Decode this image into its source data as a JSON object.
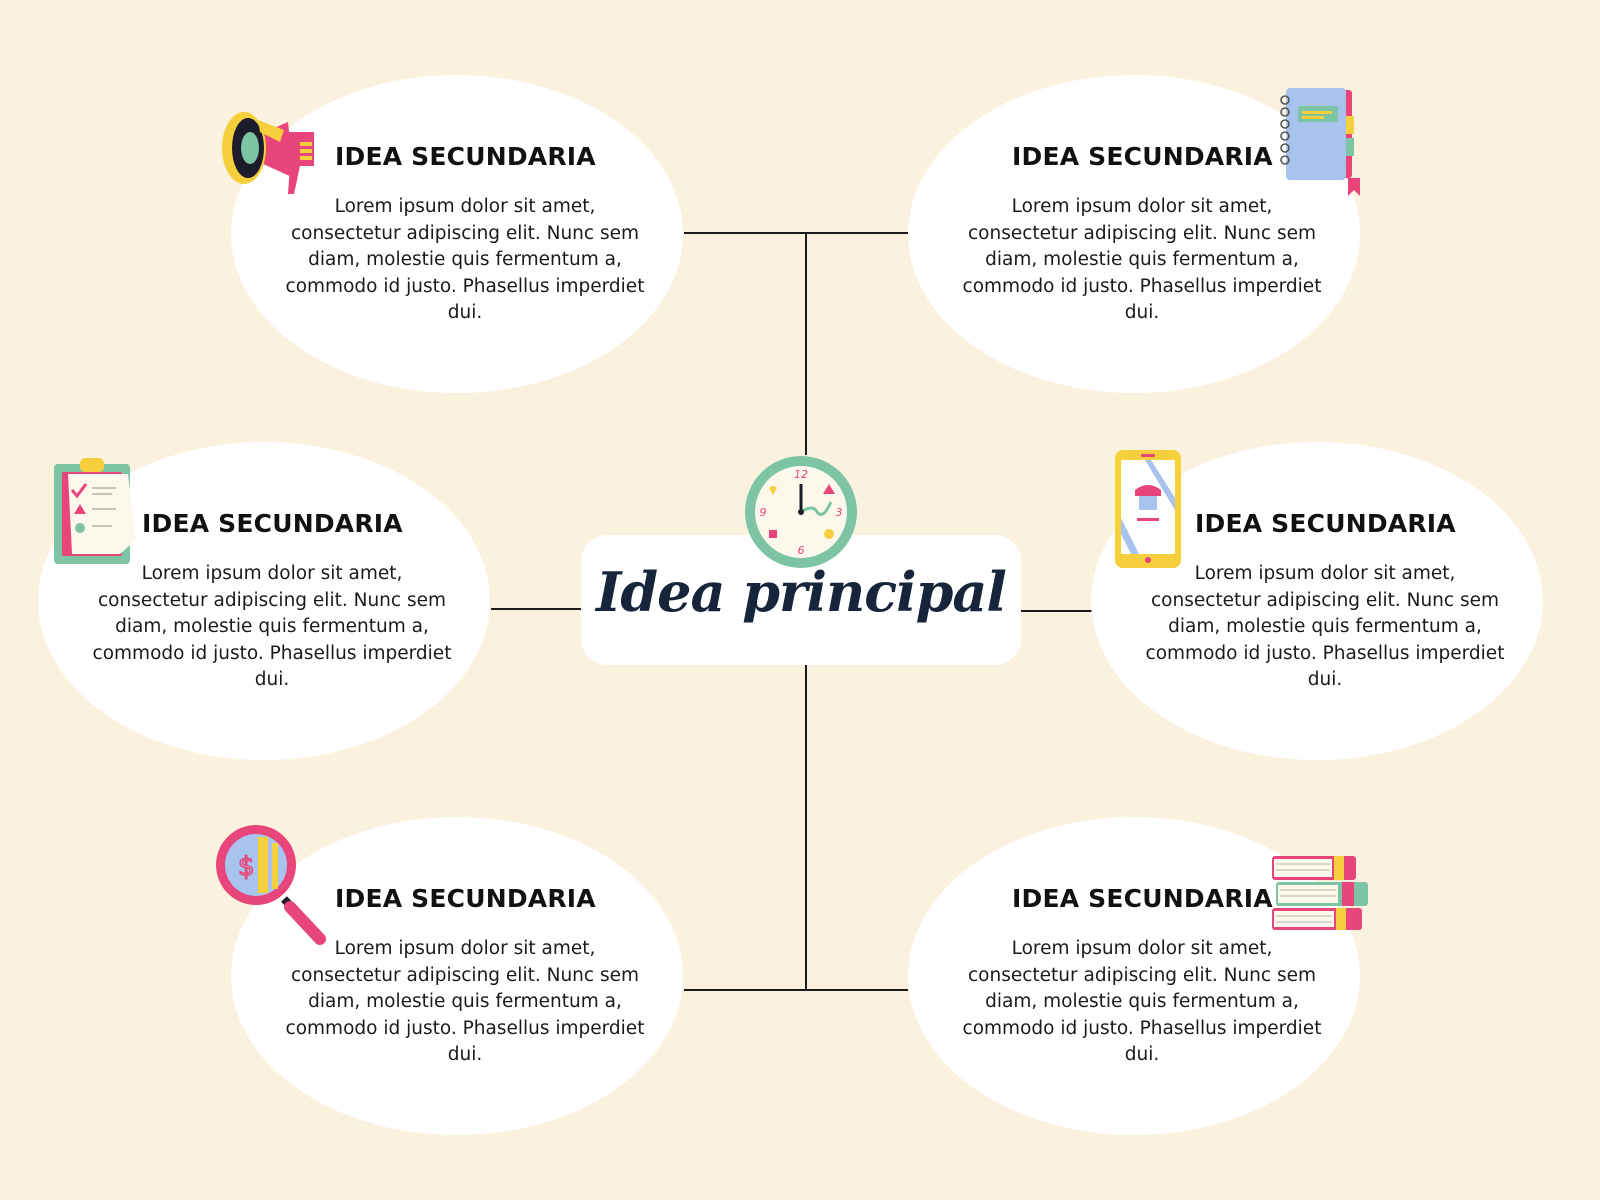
{
  "center": {
    "title": "Idea principal",
    "icon": "clock-icon"
  },
  "ideas": [
    {
      "title": "IDEA SECUNDARIA",
      "text": "Lorem ipsum dolor sit amet, consectetur adipiscing elit. Nunc sem diam, molestie quis fermentum a, commodo id justo. Phasellus imperdiet dui.",
      "icon": "megaphone-icon"
    },
    {
      "title": "IDEA SECUNDARIA",
      "text": "Lorem ipsum dolor sit amet, consectetur adipiscing elit. Nunc sem diam, molestie quis fermentum a, commodo id justo. Phasellus imperdiet dui.",
      "icon": "notebook-icon"
    },
    {
      "title": "IDEA SECUNDARIA",
      "text": "Lorem ipsum dolor sit amet, consectetur adipiscing elit. Nunc sem diam, molestie quis fermentum a, commodo id justo. Phasellus imperdiet dui.",
      "icon": "clipboard-icon"
    },
    {
      "title": "IDEA SECUNDARIA",
      "text": "Lorem ipsum dolor sit amet, consectetur adipiscing elit. Nunc sem diam, molestie quis fermentum a, commodo id justo. Phasellus imperdiet dui.",
      "icon": "smartphone-icon"
    },
    {
      "title": "IDEA SECUNDARIA",
      "text": "Lorem ipsum dolor sit amet, consectetur adipiscing elit. Nunc sem diam, molestie quis fermentum a, commodo id justo. Phasellus imperdiet dui.",
      "icon": "magnifying-glass-icon"
    },
    {
      "title": "IDEA SECUNDARIA",
      "text": "Lorem ipsum dolor sit amet, consectetur adipiscing elit. Nunc sem diam, molestie quis fermentum a, commodo id justo. Phasellus imperdiet dui.",
      "icon": "books-icon"
    }
  ],
  "colors": {
    "background": "#faf2df",
    "bubble": "#ffffff",
    "line": "#1a1a1a",
    "title_text": "#16253a",
    "accent_pink": "#e8457a",
    "accent_green": "#7cc4a4",
    "accent_yellow": "#f5cf3c",
    "accent_blue": "#a7c3ee"
  }
}
